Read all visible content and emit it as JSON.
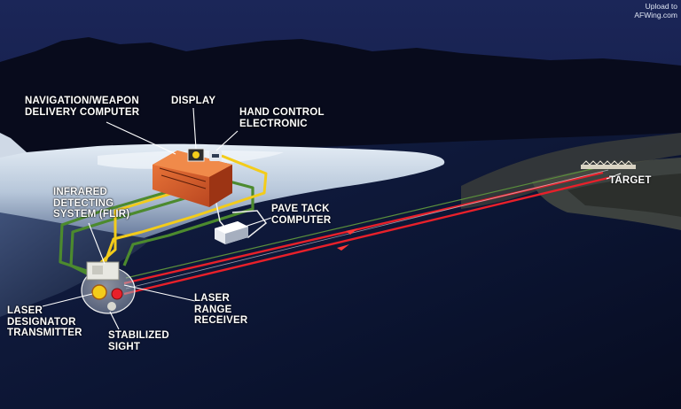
{
  "watermark": {
    "line1": "Upload to",
    "line2": "AFWing.com"
  },
  "labels": {
    "nav_computer": "NAVIGATION/WEAPON\nDELIVERY COMPUTER",
    "display": "DISPLAY",
    "hand_control": "HAND CONTROL\nELECTRONIC",
    "flir": "INFRARED\nDETECTING\nSYSTEM (FLIR)",
    "pave_tack": "PAVE TACK\nCOMPUTER",
    "target": "TARGET",
    "laser_designator": "LASER\nDESIGNATOR\nTRANSMITTER",
    "laser_range": "LASER\nRANGE\nRECEIVER",
    "stabilized_sight": "STABILIZED\nSIGHT"
  },
  "colors": {
    "sky_top": "#1a2556",
    "sky_bottom": "#0a1130",
    "mountain": "#07091a",
    "ground": "#0c1430",
    "aircraft_light": "#d8e3ef",
    "aircraft_shadow": "#2d3e62",
    "computer_box": "#d4562a",
    "wire_yellow": "#f3cc1a",
    "wire_green": "#4c8a2e",
    "wire_white": "#f0f0f0",
    "laser_red": "#e8202a",
    "target_bridge": "#cfc8b8"
  }
}
